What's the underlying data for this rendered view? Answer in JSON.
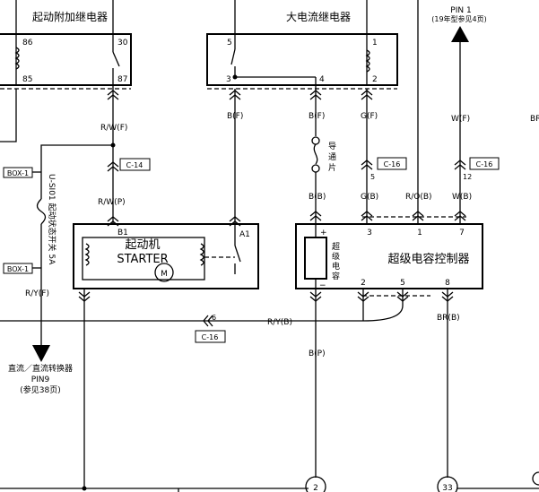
{
  "relays": {
    "start_aux": {
      "title": "起动附加继电器",
      "pins": [
        "86",
        "85",
        "30",
        "87"
      ]
    },
    "high_current": {
      "title": "大电流继电器",
      "pins": [
        "5",
        "3",
        "4",
        "1",
        "2"
      ]
    }
  },
  "top_connector": {
    "partial_text": "",
    "pin": "PIN 1",
    "note": "(19年型参见4页)"
  },
  "starter": {
    "name": "起动机",
    "name_en": "STARTER",
    "pins": [
      "B1",
      "A1"
    ],
    "motor": "M"
  },
  "supercap_controller": {
    "title": "超级电容控制器",
    "cap_label": [
      "超",
      "级",
      "电",
      "容"
    ],
    "cap_plus": "+",
    "cap_minus": "−",
    "top_pins": [
      "3",
      "1",
      "7"
    ],
    "bottom_pins": [
      "2",
      "5",
      "8"
    ]
  },
  "fuse_conductor": {
    "label": [
      "导",
      "通",
      "片"
    ]
  },
  "wires": {
    "rw_f": "R/W(F)",
    "rw_p": "R/W(P)",
    "ry_f": "R/Y(F)",
    "ry_b": "R/Y(B)",
    "b_f_left": "B(F)",
    "b_f_mid": "B(F)",
    "g_f": "G(F)",
    "w_f": "W(F)",
    "b_b": "B(B)",
    "g_b": "G(B)",
    "ro_b": "R/O(B)",
    "w_b": "W(B)",
    "b_p": "B(P)",
    "br_b": "BR(B)",
    "br_partial": "BR"
  },
  "connectors": {
    "c14": "C-14",
    "c16_a": "C-16",
    "c16_a_pin": "5",
    "c16_b": "C-16",
    "c16_b_pin": "12",
    "c16_c": "C-16",
    "c16_c_pin": "6",
    "box1_top": "BOX-1",
    "box1_bottom": "BOX-1"
  },
  "fuse": {
    "label": "U-SI01 起动状态开关 5A"
  },
  "dc_converter": {
    "title": "直流／直流转换器",
    "pin": "PIN9",
    "ref": "(参见38页)"
  },
  "ground_refs": [
    "2",
    "33"
  ]
}
